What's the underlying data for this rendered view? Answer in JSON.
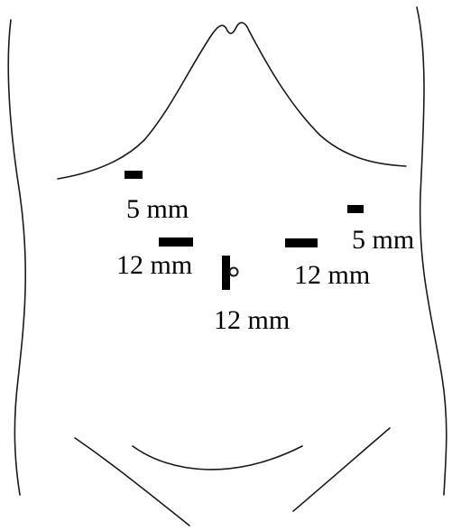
{
  "diagram": {
    "colors": {
      "outline": "#1a1a1a",
      "port": "#000000",
      "background": "#ffffff"
    },
    "ports": [
      {
        "id": "port-left-upper",
        "size_label": "5 mm"
      },
      {
        "id": "port-left-mid",
        "size_label": "12 mm"
      },
      {
        "id": "port-umbilical",
        "size_label": "12 mm"
      },
      {
        "id": "port-right-mid",
        "size_label": "12 mm"
      },
      {
        "id": "port-right-upper",
        "size_label": "5 mm"
      }
    ]
  }
}
